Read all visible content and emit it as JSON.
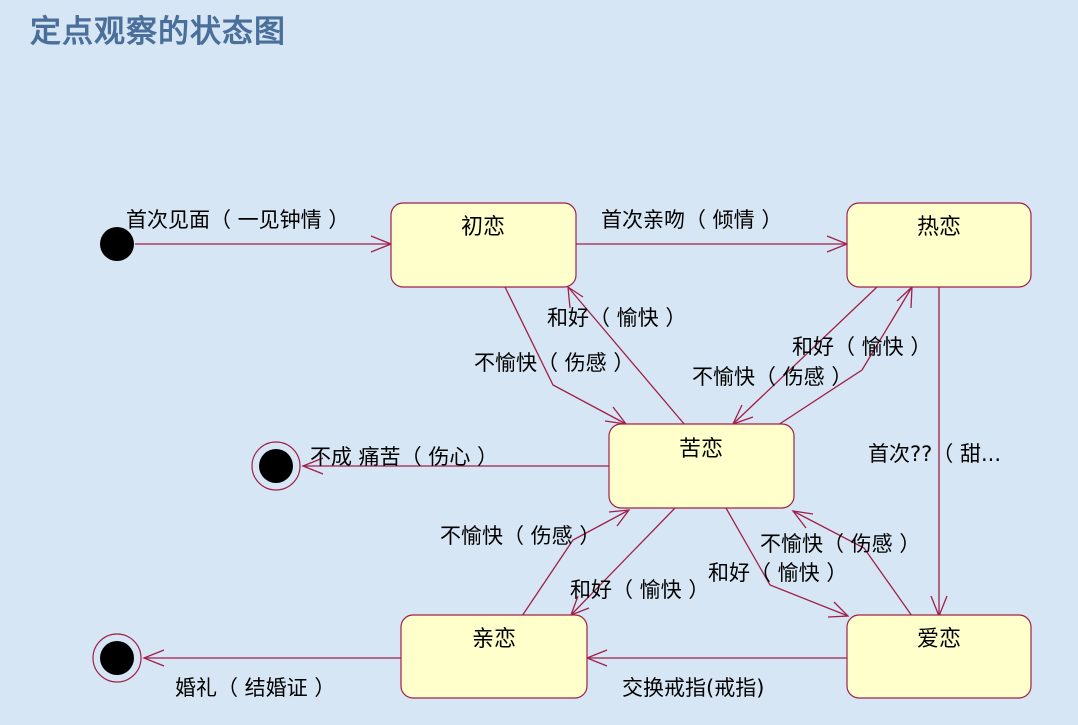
{
  "page": {
    "title": "定点观察的状态图"
  },
  "colors": {
    "background": "#d6e6f4",
    "title": "#4a6f9a",
    "state_fill": "#ffffcc",
    "line": "#a0204a"
  },
  "states": {
    "chulian": "初恋",
    "relian": "热恋",
    "kulian": "苦恋",
    "qinlian": "亲恋",
    "ailian": "爱恋"
  },
  "transitions": {
    "start_to_chulian": "首次见面（ 一见钟情 ）",
    "chulian_to_relian": "首次亲吻（ 倾情 ）",
    "kulian_to_chulian": "和好（ 愉快 ）",
    "chulian_to_kulian": "不愉快（ 伤感 ）",
    "kulian_to_relian": "和好（ 愉快 ）",
    "relian_to_kulian": "不愉快（ 伤感 ）",
    "relian_to_ailian": "首次??（ 甜...",
    "kulian_to_end": "不成 痛苦（ 伤心 ）",
    "qinlian_to_kulian": "不愉快（ 伤感 ）",
    "kulian_to_qinlian": "和好（ 愉快 ）",
    "ailian_to_kulian": "不愉快（ 伤感 ）",
    "kulian_to_ailian": "和好（ 愉快 ）",
    "ailian_to_qinlian": "交换戒指(戒指)",
    "qinlian_to_end": "婚礼（ 结婚证 ）"
  }
}
